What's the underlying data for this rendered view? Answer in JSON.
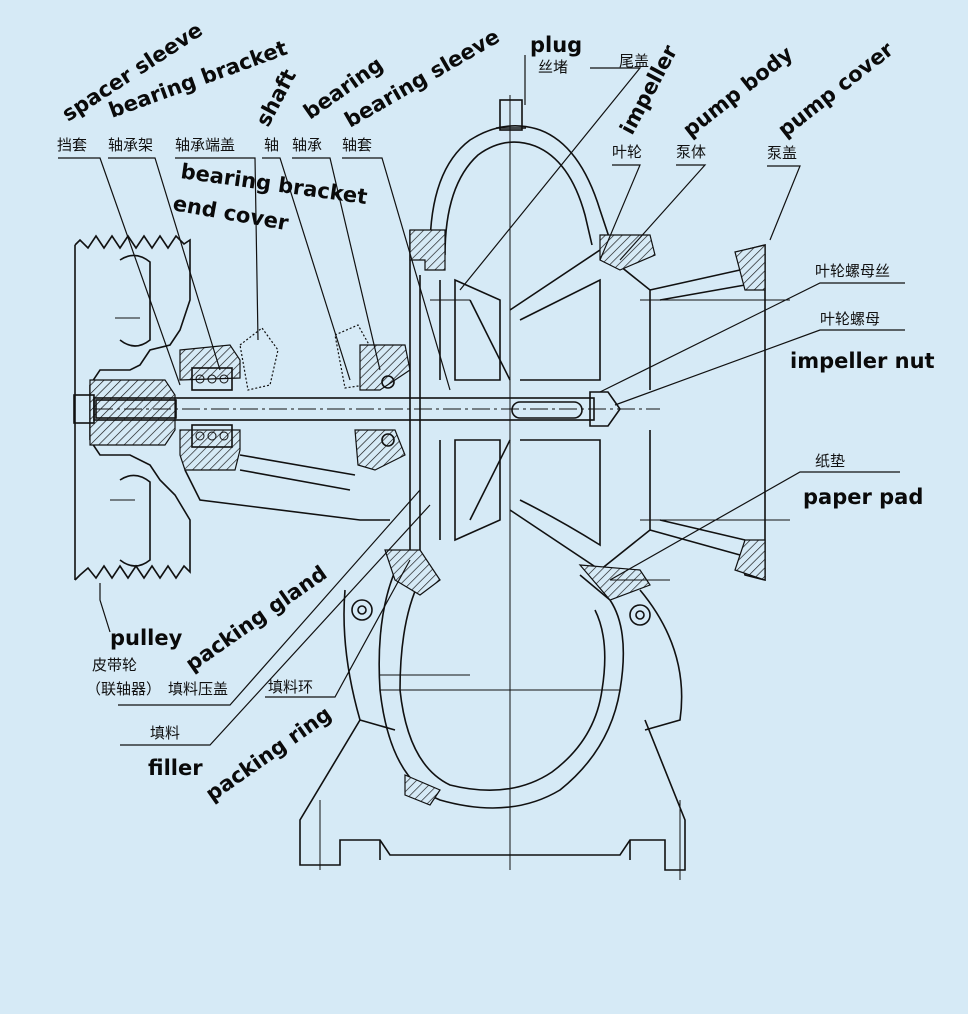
{
  "labels": {
    "plug": {
      "en": "plug",
      "zh": "丝堵"
    },
    "tail_cover": {
      "zh": "尾盖"
    },
    "spacer_sleeve": {
      "en": "spacer sleeve",
      "zh": "挡套"
    },
    "bearing_bracket": {
      "en": "bearing bracket",
      "zh": "轴承架"
    },
    "bearing_bracket_end_cover": {
      "en_line1": "bearing bracket",
      "en_line2": "end cover",
      "zh": "轴承端盖"
    },
    "shaft": {
      "en": "shaft",
      "zh": "轴"
    },
    "bearing": {
      "en": "bearing",
      "zh": "轴承"
    },
    "bearing_sleeve": {
      "en": "bearing sleeve",
      "zh": "轴套"
    },
    "impeller": {
      "en": "impeller",
      "zh": "叶轮"
    },
    "pump_body": {
      "en": "pump body",
      "zh": "泵体"
    },
    "pump_cover": {
      "en": "pump cover",
      "zh": "泵盖"
    },
    "impeller_nut_screw": {
      "zh": "叶轮螺母丝"
    },
    "impeller_nut": {
      "en": "impeller nut",
      "zh": "叶轮螺母"
    },
    "paper_pad": {
      "en": "paper pad",
      "zh": "纸垫"
    },
    "pulley": {
      "en": "pulley",
      "zh": "皮带轮",
      "zh2": "（联轴器）"
    },
    "packing_gland": {
      "en": "packing gland",
      "zh": "填料压盖"
    },
    "packing_ring": {
      "en": "packing ring",
      "zh": "填料环"
    },
    "filler": {
      "en": "filler",
      "zh": "填料"
    }
  },
  "colors": {
    "background": "#d6eaf6",
    "ink": "#111111"
  }
}
